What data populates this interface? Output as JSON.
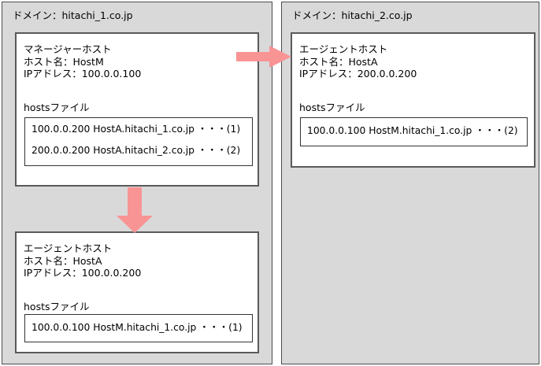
{
  "diagram": {
    "title": "hosts file configuration across two domains",
    "arrow_color": "#f99494",
    "panel_color": "#d9d9d9",
    "box_color": "#ffffff"
  },
  "panels": [
    {
      "id": "left",
      "domain_label": "ドメイン：hitachi_1.co.jp",
      "boxes": [
        {
          "id": "manager",
          "role": "マネージャーホスト",
          "hostname_line": "ホスト名：HostM",
          "ip_line": "IPアドレス：100.0.0.100",
          "hosts_title": "hostsファイル",
          "hosts_entries": [
            "100.0.0.200 HostA.hitachi_1.co.jp ・・・(1)",
            "200.0.0.200 HostA.hitachi_2.co.jp ・・・(2)"
          ]
        },
        {
          "id": "agent-left",
          "role": "エージェントホスト",
          "hostname_line": "ホスト名：HostA",
          "ip_line": "IPアドレス：100.0.0.200",
          "hosts_title": "hostsファイル",
          "hosts_entries": [
            "100.0.0.100 HostM.hitachi_1.co.jp ・・・(1)"
          ]
        }
      ]
    },
    {
      "id": "right",
      "domain_label": "ドメイン：hitachi_2.co.jp",
      "boxes": [
        {
          "id": "agent-right",
          "role": "エージェントホスト",
          "hostname_line": "ホスト名：HostA",
          "ip_line": "IPアドレス：200.0.0.200",
          "hosts_title": "hostsファイル",
          "hosts_entries": [
            "100.0.0.100 HostM.hitachi_1.co.jp ・・・(2)"
          ]
        }
      ]
    }
  ],
  "arrows": [
    {
      "id": "right-arrow",
      "direction": "right",
      "from": "manager",
      "to": "agent-right"
    },
    {
      "id": "down-arrow",
      "direction": "down",
      "from": "manager",
      "to": "agent-left"
    }
  ]
}
